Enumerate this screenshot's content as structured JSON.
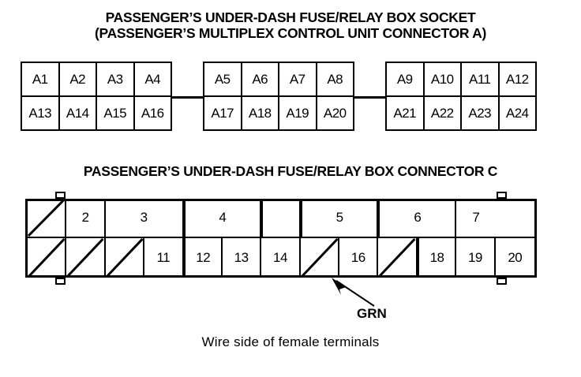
{
  "titles": {
    "connector_a_line1": "PASSENGER’S UNDER-DASH FUSE/RELAY BOX SOCKET",
    "connector_a_line2": "(PASSENGER’S MULTIPLEX CONTROL UNIT CONNECTOR A)",
    "connector_c": "PASSENGER’S UNDER-DASH FUSE/RELAY BOX CONNECTOR C"
  },
  "connector_a": {
    "groups": [
      {
        "top": [
          "A1",
          "A2",
          "A3",
          "A4"
        ],
        "bottom": [
          "A13",
          "A14",
          "A15",
          "A16"
        ]
      },
      {
        "top": [
          "A5",
          "A6",
          "A7",
          "A8"
        ],
        "bottom": [
          "A17",
          "A18",
          "A19",
          "A20"
        ]
      },
      {
        "top": [
          "A9",
          "A10",
          "A11",
          "A12"
        ],
        "bottom": [
          "A21",
          "A22",
          "A23",
          "A24"
        ]
      }
    ]
  },
  "connector_c": {
    "top_row": [
      {
        "label": "",
        "span": 1,
        "slash": true,
        "detached": false
      },
      {
        "label": "2",
        "span": 1,
        "slash": false,
        "detached": false
      },
      {
        "label": "3",
        "span": 2,
        "slash": false,
        "detached": false
      },
      {
        "label": "4",
        "span": 2,
        "slash": false,
        "detached": true
      },
      {
        "label": "",
        "span": 1,
        "slash": false,
        "detached": true
      },
      {
        "label": "5",
        "span": 2,
        "slash": false,
        "detached": true
      },
      {
        "label": "6",
        "span": 2,
        "slash": false,
        "detached": true
      },
      {
        "label": "7",
        "span": 1,
        "slash": false,
        "detached": false
      }
    ],
    "bottom_row": [
      {
        "label": "",
        "span": 1,
        "slash": true,
        "detached": false
      },
      {
        "label": "",
        "span": 1,
        "slash": true,
        "detached": false
      },
      {
        "label": "",
        "span": 1,
        "slash": true,
        "detached": false
      },
      {
        "label": "11",
        "span": 1,
        "slash": false,
        "detached": false
      },
      {
        "label": "12",
        "span": 1,
        "slash": false,
        "detached": true
      },
      {
        "label": "13",
        "span": 1,
        "slash": false,
        "detached": false
      },
      {
        "label": "14",
        "span": 1,
        "slash": false,
        "detached": false
      },
      {
        "label": "",
        "span": 1,
        "slash": true,
        "detached": false
      },
      {
        "label": "16",
        "span": 1,
        "slash": false,
        "detached": false
      },
      {
        "label": "",
        "span": 1,
        "slash": true,
        "detached": false
      },
      {
        "label": "18",
        "span": 1,
        "slash": false,
        "detached": true
      },
      {
        "label": "19",
        "span": 1,
        "slash": false,
        "detached": false
      },
      {
        "label": "20",
        "span": 1,
        "slash": false,
        "detached": false
      }
    ],
    "callout": {
      "label": "GRN"
    }
  },
  "caption": "Wire side of female terminals",
  "colors": {
    "ink": "#000000",
    "paper": "#ffffff"
  }
}
